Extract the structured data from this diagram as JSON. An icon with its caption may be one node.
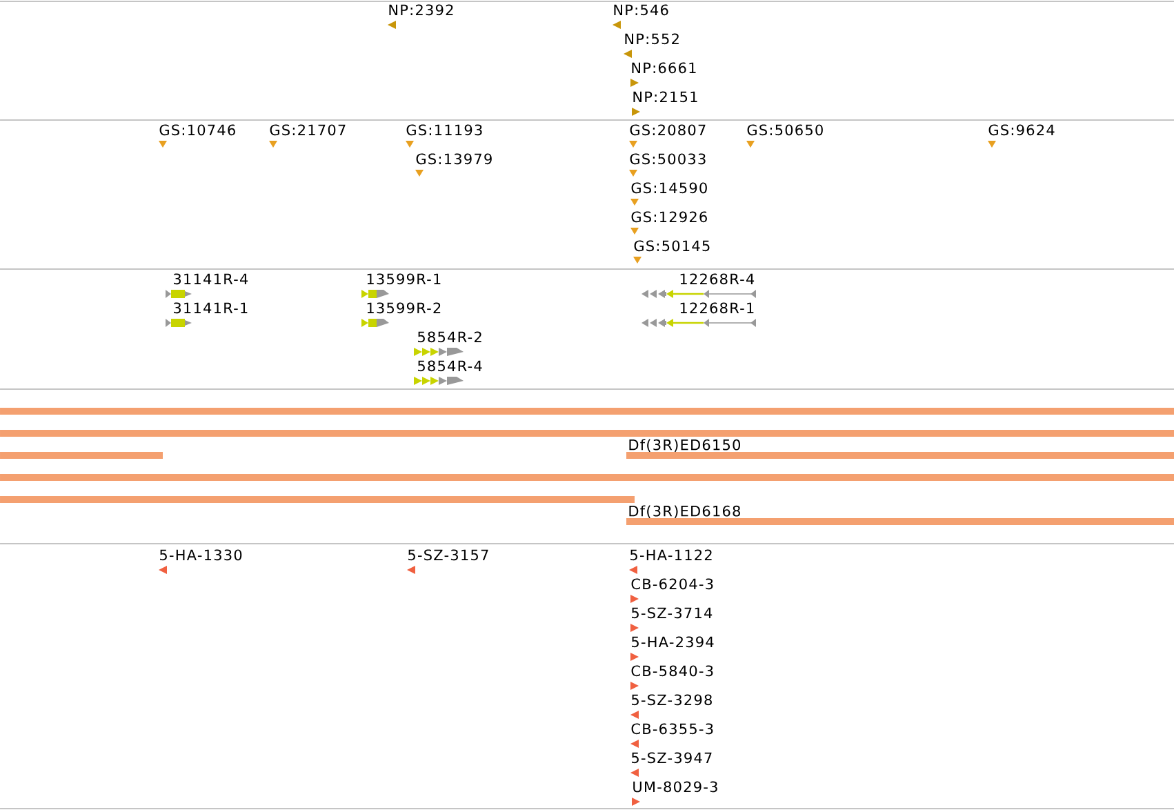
{
  "diagram": {
    "labels": [
      "NP:2392",
      "NP:546",
      "NP:552",
      "NP:6661",
      "NP:2151",
      "GS:10746",
      "GS:21707",
      "GS:11193",
      "GS:20807",
      "GS:50650",
      "GS:9624",
      "GS:13979",
      "GS:50033",
      "GS:14590",
      "GS:12926",
      "GS:50145",
      "31141R-4",
      "13599R-1",
      "12268R-4",
      "31141R-1",
      "13599R-2",
      "12268R-1",
      "5854R-2",
      "5854R-4",
      "Df(3R)ED6150",
      "Df(3R)ED6168",
      "5-HA-1330",
      "5-SZ-3157",
      "5-HA-1122",
      "CB-6204-3",
      "5-SZ-3714",
      "5-HA-2394",
      "CB-5840-3",
      "5-SZ-3298",
      "CB-6355-3",
      "5-SZ-3947",
      "UM-8029-3"
    ]
  }
}
